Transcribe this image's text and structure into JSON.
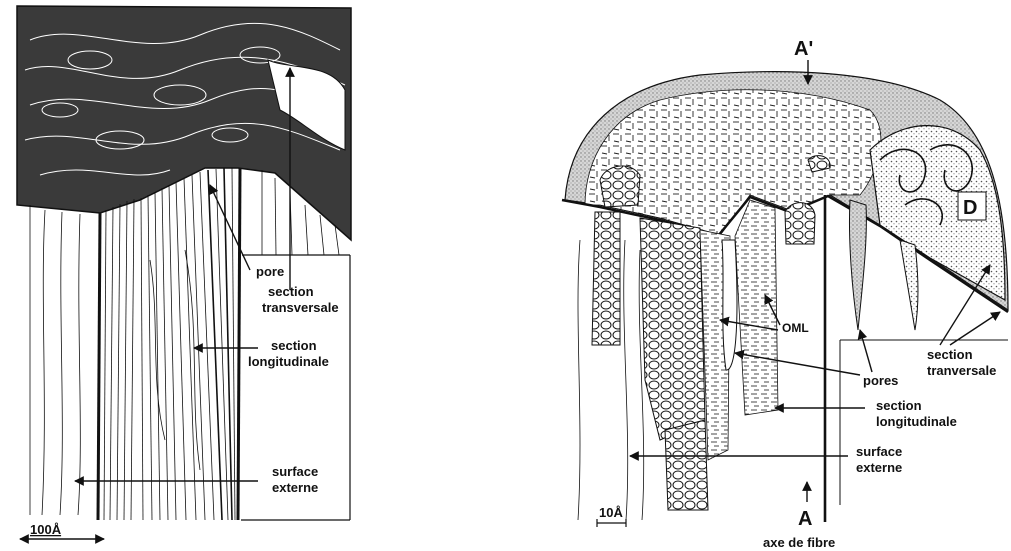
{
  "left_panel": {
    "labels": {
      "pore": "pore",
      "section_transversale_1": "section",
      "section_transversale_2": "transversale",
      "section_longitudinale_1": "section",
      "section_longitudinale_2": "longitudinale",
      "surface_externe_1": "surface",
      "surface_externe_2": "externe",
      "scale": "100Å"
    }
  },
  "right_panel": {
    "labels": {
      "a_prime": "A'",
      "d": "D",
      "oml": "OML",
      "section_tranversale_1": "section",
      "section_tranversale_2": "tranversale",
      "pores": "pores",
      "section_longitudinale_1": "section",
      "section_longitudinale_2": "longitudinale",
      "surface_externe_1": "surface",
      "surface_externe_2": "externe",
      "a": "A",
      "scale": "10Å",
      "axis": "axe de fibre"
    }
  },
  "colors": {
    "ink": "#111111",
    "stipple": "#bdbdbd",
    "paper": "#ffffff"
  }
}
